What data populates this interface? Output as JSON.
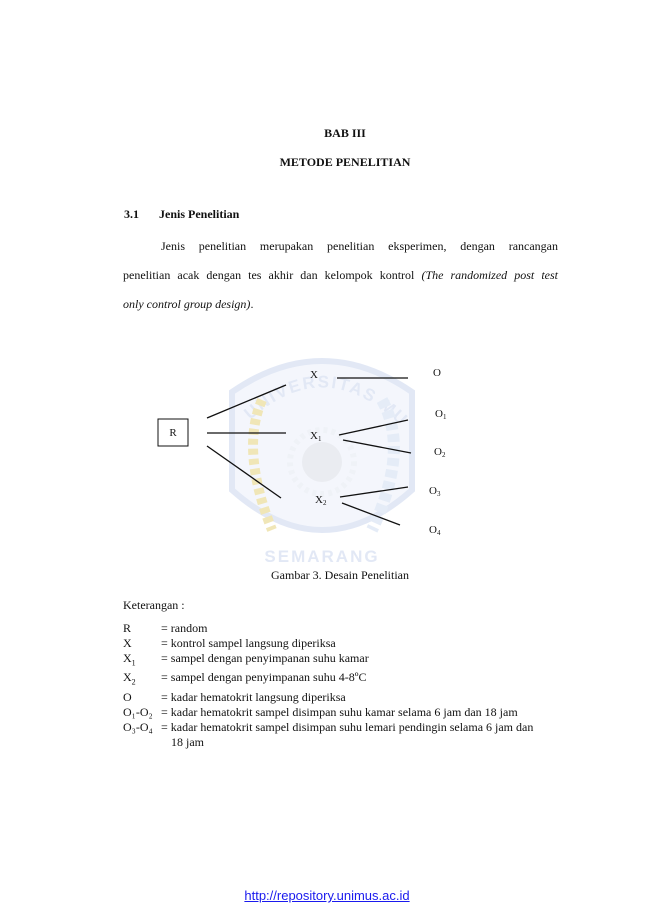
{
  "chapter": "BAB  III",
  "chapter_title": "METODE PENELITIAN",
  "section": {
    "number": "3.1",
    "title": "Jenis Penelitian"
  },
  "paragraph": {
    "line1": "Jenis penelitian merupakan penelitian eksperimen, dengan rancangan",
    "line2_plain": "penelitian acak dengan tes akhir dan kelompok kontrol ",
    "line2_italic": "(The randomized post test",
    "line3_italic": "only control group design)",
    "line3_end": "."
  },
  "diagram": {
    "r_box": "R",
    "x": "X",
    "x1_base": "X",
    "x1_sub": "1",
    "x2_base": "X",
    "x2_sub": "2",
    "o": "O",
    "o1_base": "O",
    "o1_sub": "1",
    "o2_base": "O",
    "o2_sub": "2",
    "o3_base": "O",
    "o3_sub": "3",
    "o4_base": "O",
    "o4_sub": "4",
    "watermark_top": "UNIVERSITAS MUHAMMADIYAH",
    "watermark_bottom": "SEMARANG"
  },
  "figure_caption": "Gambar 3. Desain Penelitian",
  "legend_title": "Keterangan :",
  "legend": [
    {
      "sym": "R",
      "sym_sub": "",
      "desc": "= random"
    },
    {
      "sym": "X",
      "sym_sub": "",
      "desc": "= kontrol sampel langsung diperiksa"
    },
    {
      "sym": "X",
      "sym_sub": "1",
      "desc": "= sampel dengan penyimpanan suhu kamar"
    },
    {
      "sym": "X",
      "sym_sub": "2",
      "desc": "= sampel dengan penyimpanan suhu 4-8ºC"
    },
    {
      "sym": "O",
      "sym_sub": "",
      "desc": "= kadar hematokrit langsung diperiksa"
    },
    {
      "sym": "O₁-O₂",
      "sym_sub": "",
      "desc": "= kadar hematokrit sampel disimpan suhu kamar selama 6 jam dan 18 jam"
    },
    {
      "sym": "O₃-O₄",
      "sym_sub": "",
      "desc": "= kadar hematokrit sampel disimpan suhu lemari pendingin selama 6 jam dan"
    }
  ],
  "legend_tail": "18 jam",
  "footer_link": "http://repository.unimus.ac.id",
  "colors": {
    "watermark": "#dfe6f5",
    "watermark_gold": "#efe4b0",
    "link": "#1a1aee"
  }
}
